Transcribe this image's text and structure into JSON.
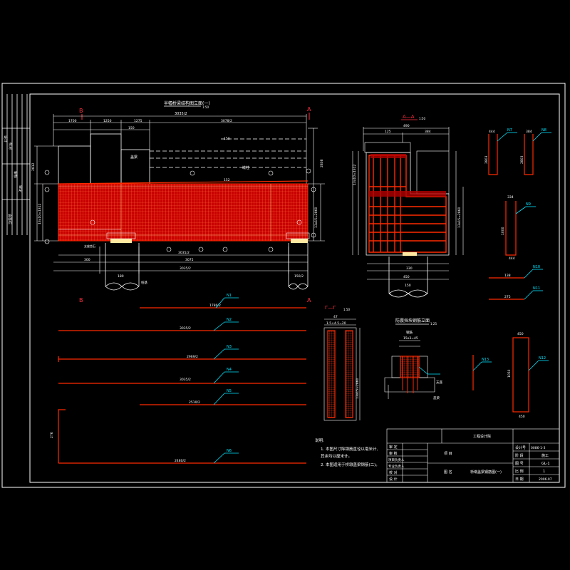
{
  "sheet": {
    "section_main_title": "半幅桥梁结构图立面(一)",
    "section_main_scale": "1:50",
    "section_aa_label": "A—A",
    "section_aa_scale": "1:50",
    "section_bb_label": "Г—Г",
    "section_bb_scale": "1:50",
    "detail_title": "防震挡块钢筋立面",
    "detail_scale": "1:25",
    "mark_b_left": "B",
    "mark_a_right": "A",
    "mark_b_left2": "B",
    "mark_a_right2": "A"
  },
  "dims_top": {
    "overall": "3035/2",
    "left_a": "1700",
    "left_b": "1250",
    "left_c": "1275",
    "right_a": "3078/2",
    "d1": "150",
    "d2": "150",
    "label_cap": "盖梁",
    "label_pier": "墩柱",
    "label_pad": "支座垫石"
  },
  "dims_bottom": {
    "d1": "300",
    "d2": "3035/2",
    "d3": "300",
    "d4": "3075",
    "pile_label": "桩基",
    "center": "180",
    "right": "150/2"
  },
  "rebar_list": [
    {
      "len": "1780/2",
      "mark": "N1"
    },
    {
      "len": "3035/2",
      "mark": "N2"
    },
    {
      "len": "2969/2",
      "mark": "N3"
    },
    {
      "len": "3035/2",
      "mark": "N4"
    },
    {
      "len": "2510/2",
      "mark": "N5"
    },
    {
      "len": "2480/2",
      "mark": "N6"
    }
  ],
  "notes": {
    "title": "说明:",
    "line1": "1. 本图尺寸除钢筋直径以毫米计,",
    "line1b": "   其余均以厘米计。",
    "line2": "2. 本图适用于桥墩盖梁钢筋(二)。"
  },
  "title_block": {
    "org": "工程设计院",
    "rows_left": [
      "审  定",
      "审  核",
      "项目负责人",
      "专业负责人",
      "校  对",
      "设  计"
    ],
    "project_label": "项  目",
    "drawing_label": "图  名",
    "drawing_name": "桥墩盖梁钢筋图(一)",
    "right_labels": [
      "设计号",
      "阶  段",
      "图  号",
      "比  例",
      "日  期"
    ],
    "right_values": [
      "0086-1-3",
      "施工",
      "GL-1",
      "1",
      "2006.07"
    ]
  },
  "side_strip": {
    "labels": [
      "设计",
      "校对",
      "审核",
      "审定",
      "会签栏"
    ]
  },
  "colors": {
    "bg": "#000000",
    "frame": "#ffffff",
    "rebar": "#ff2a00",
    "mesh": "#e60000",
    "callout": "#00e5ff",
    "mark": "#ff3040",
    "dim": "#ffffff",
    "pad": "#ffe8a0"
  }
}
